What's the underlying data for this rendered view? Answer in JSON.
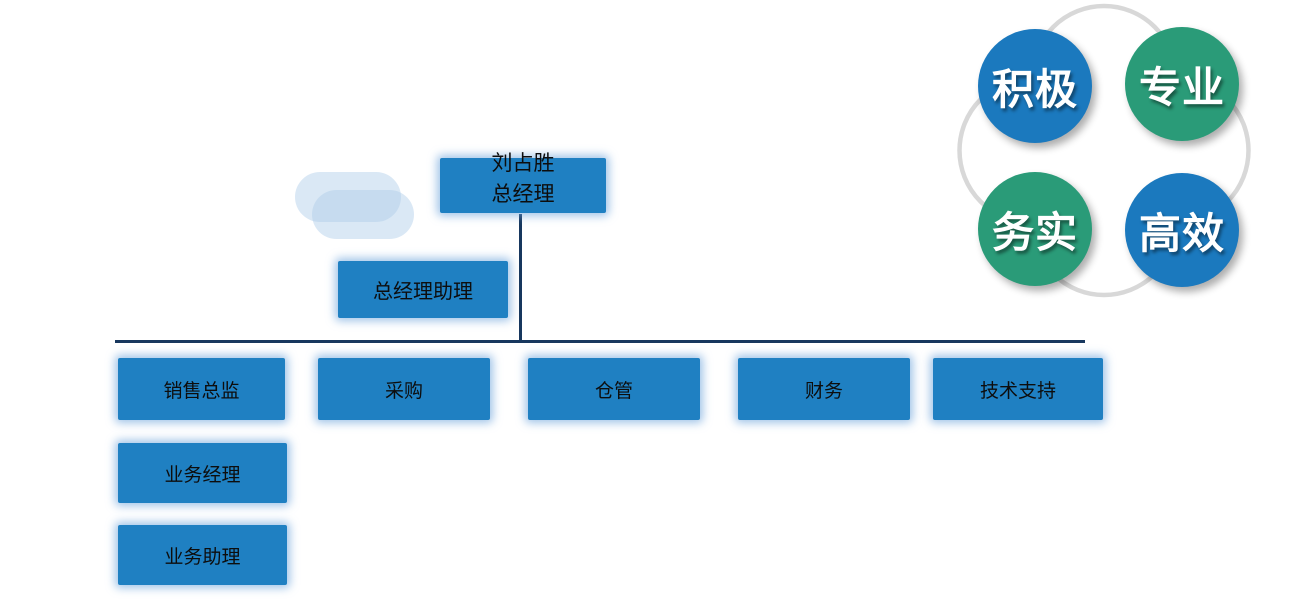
{
  "org_chart": {
    "ceo": {
      "name": "刘占胜",
      "title": "总经理"
    },
    "assistant_label": "总经理助理",
    "departments": [
      {
        "label": "销售总监"
      },
      {
        "label": "采购"
      },
      {
        "label": "仓管"
      },
      {
        "label": "财务"
      },
      {
        "label": "技术支持"
      }
    ],
    "sales_team": [
      {
        "label": "业务经理"
      },
      {
        "label": "业务助理"
      }
    ]
  },
  "values_cloud": {
    "badges": [
      {
        "label": "积极",
        "color": "#1B79BE"
      },
      {
        "label": "专业",
        "color": "#2A9B78"
      },
      {
        "label": "务实",
        "color": "#2A9B78"
      },
      {
        "label": "高效",
        "color": "#1B79BE"
      }
    ]
  },
  "colors": {
    "box_fill": "#1F80C2",
    "connector": "#17375E",
    "cloud_outline": "#D8D8D8"
  }
}
